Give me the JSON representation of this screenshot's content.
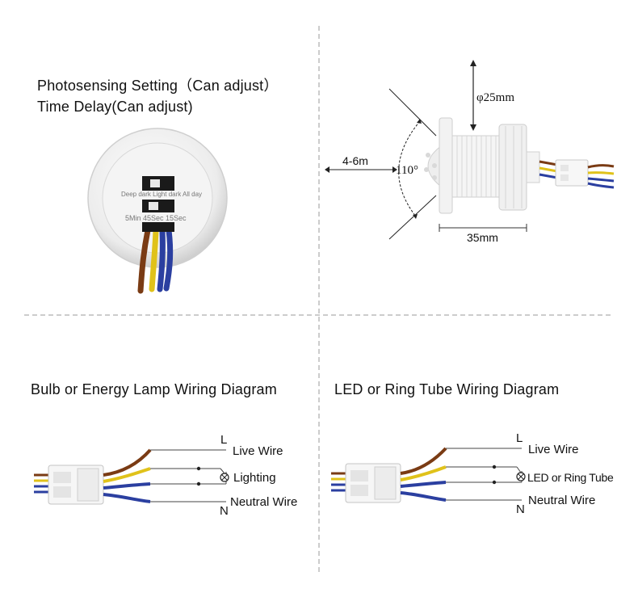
{
  "top_left": {
    "photo_setting": "Photosensing Setting（Can adjust）",
    "time_delay": "Time Delay(Can adjust)",
    "switch_top_label": "Deep dark Light dark All day",
    "switch_bottom_label": "5Min 45Sec 15Sec"
  },
  "top_right": {
    "diameter": "φ25mm",
    "range": "4-6m",
    "angle": "110°",
    "length": "35mm"
  },
  "bulb_diagram": {
    "title": "Bulb or Energy Lamp Wiring Diagram",
    "L": "L",
    "N": "N",
    "live": "Live Wire",
    "load": "Lighting",
    "neutral": "Neutral Wire"
  },
  "led_diagram": {
    "title": "LED or Ring Tube Wiring Diagram",
    "L": "L",
    "N": "N",
    "live": "Live Wire",
    "load": "LED or Ring Tube",
    "neutral": "Neutral Wire"
  },
  "colors": {
    "brown": "#7a3b14",
    "yellow": "#e0c21a",
    "blue": "#2b3fa0",
    "divider": "#9a9a9a"
  }
}
